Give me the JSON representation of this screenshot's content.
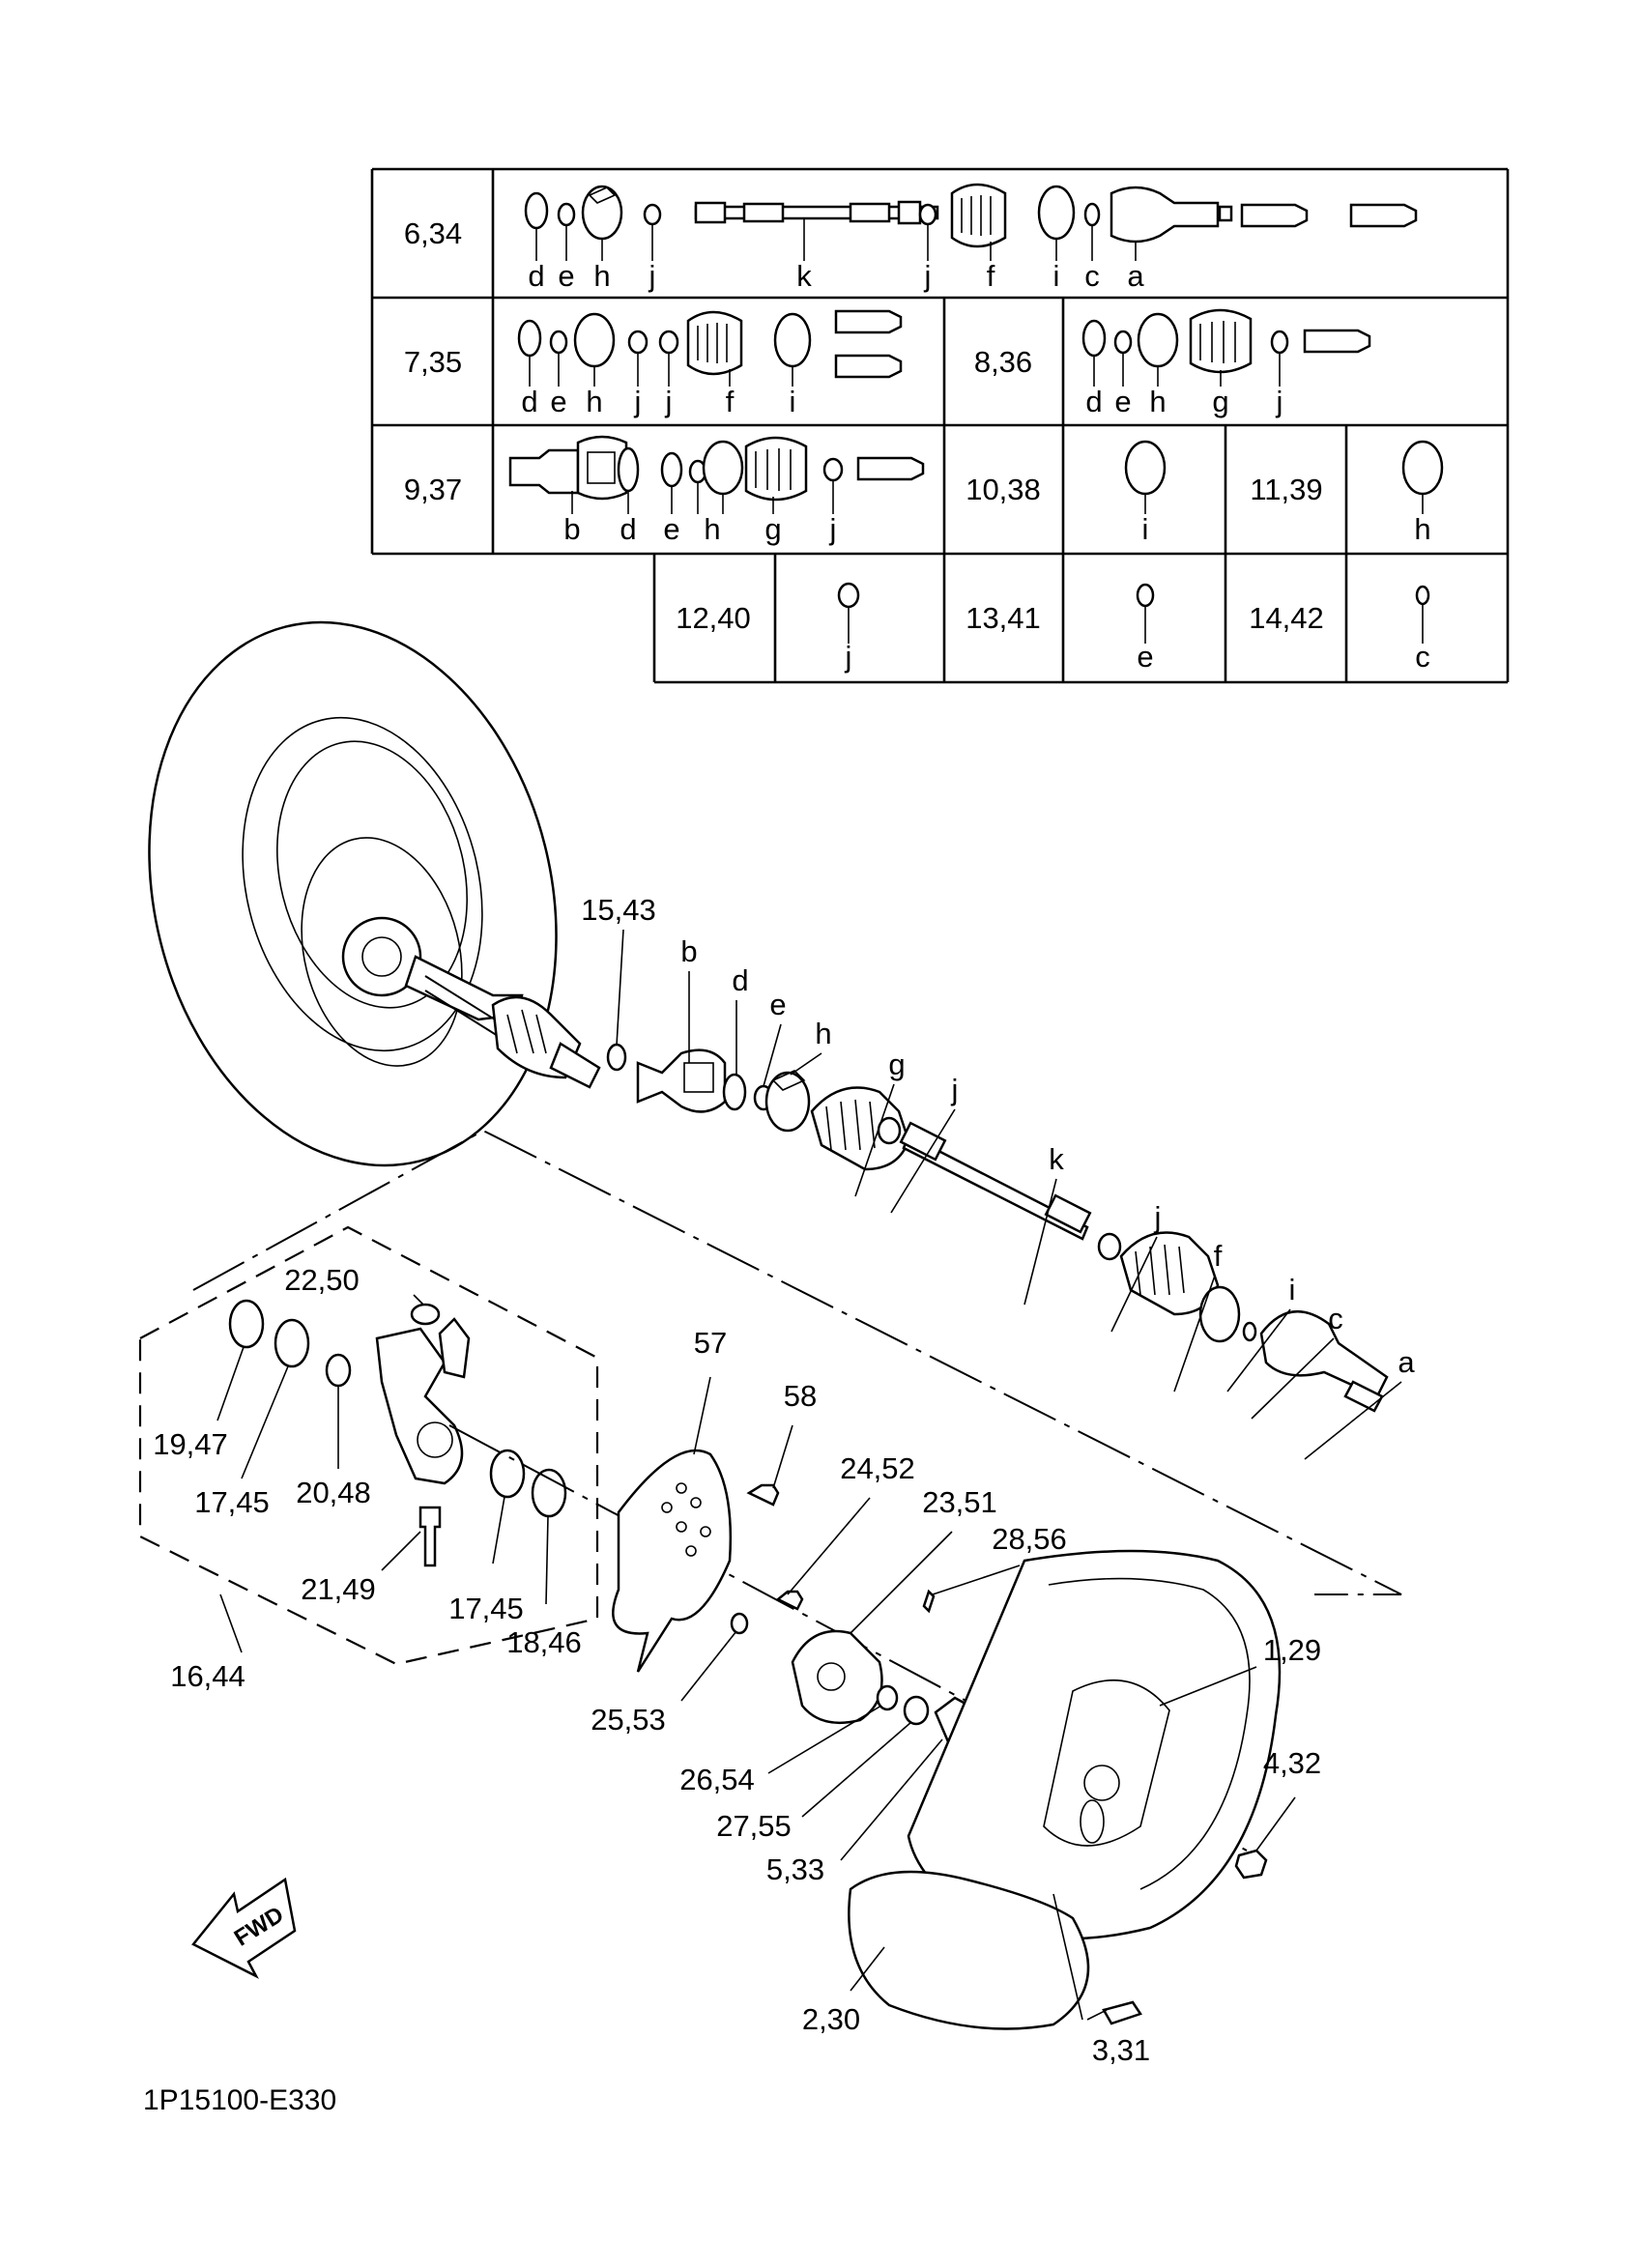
{
  "table": {
    "rows": [
      {
        "no": "6,34",
        "letters": [
          "d",
          "e",
          "h",
          "j",
          "k",
          "j",
          "f",
          "i",
          "c",
          "a"
        ]
      },
      {
        "no": "7,35",
        "letters": [
          "d",
          "e",
          "h",
          "j",
          "j",
          "f",
          "i"
        ]
      },
      {
        "no": "8,36",
        "letters": [
          "d",
          "e",
          "h",
          "g",
          "j"
        ]
      },
      {
        "no": "9,37",
        "letters": [
          "b",
          "d",
          "e",
          "h",
          "g",
          "j"
        ]
      },
      {
        "no": "10,38",
        "letters": [
          "i"
        ]
      },
      {
        "no": "11,39",
        "letters": [
          "h"
        ]
      },
      {
        "no": "12,40",
        "letters": [
          "j"
        ]
      },
      {
        "no": "13,41",
        "letters": [
          "e"
        ]
      },
      {
        "no": "14,42",
        "letters": [
          "c"
        ]
      }
    ]
  },
  "callouts": {
    "p15_43": "15,43",
    "b": "b",
    "d": "d",
    "e": "e",
    "h": "h",
    "g": "g",
    "j1": "j",
    "k": "k",
    "j2": "j",
    "f": "f",
    "i": "i",
    "c": "c",
    "a": "a",
    "p22_50": "22,50",
    "p19_47": "19,47",
    "p17_45a": "17,45",
    "p20_48": "20,48",
    "p21_49": "21,49",
    "p17_45b": "17,45",
    "p18_46": "18,46",
    "p16_44": "16,44",
    "p57": "57",
    "p58": "58",
    "p24_52": "24,52",
    "p23_51": "23,51",
    "p28_56": "28,56",
    "p25_53": "25,53",
    "p26_54": "26,54",
    "p27_55": "27,55",
    "p5_33": "5,33",
    "p1_29": "1,29",
    "p4_32": "4,32",
    "p2_30": "2,30",
    "p3_31": "3,31"
  },
  "fwd_label": "FWD",
  "diagram_code": "1P15100-E330"
}
